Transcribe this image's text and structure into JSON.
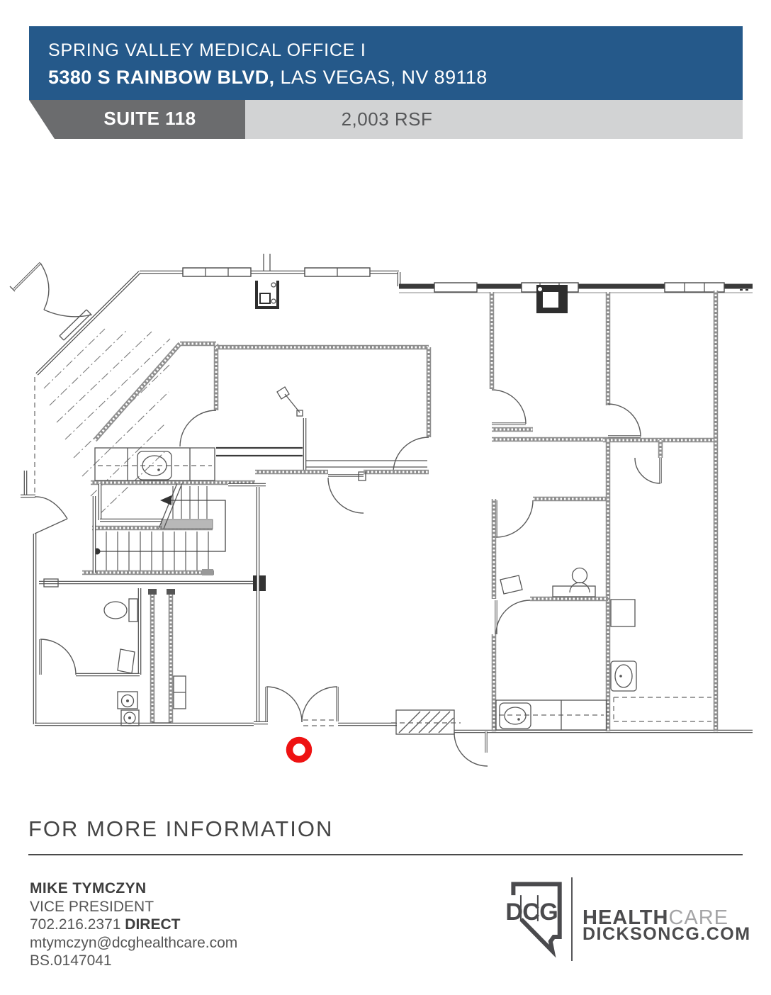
{
  "header": {
    "building_name": "SPRING VALLEY MEDICAL OFFICE I",
    "address_bold": "5380 S RAINBOW BLVD,",
    "address_rest": " LAS VEGAS, NV 89118",
    "suite_label": "SUITE 118",
    "area_label": "2,003 RSF",
    "bar_color": "#25598a",
    "suite_tab_color": "#6b6c6e",
    "area_tab_color": "#d2d3d4"
  },
  "floor_plan": {
    "type": "architectural-floor-plan",
    "marker": "red circle at suite entry (double doors)",
    "marker_color": "#ee1212",
    "features": [
      "double-door entry",
      "stairwell",
      "restroom with toilet",
      "sink counters",
      "exam rooms",
      "office with desk",
      "exterior windows"
    ]
  },
  "footer": {
    "heading": "FOR MORE INFORMATION",
    "contact": {
      "name": "MIKE TYMCZYN",
      "title": "VICE PRESIDENT",
      "phone": "702.216.2371 ",
      "phone_label": "DIRECT",
      "email": "mtymczyn@dcghealthcare.com",
      "license": "BS.0147041"
    },
    "logo": {
      "letter_d": "D",
      "letter_c": "C",
      "letter_g": "G",
      "brand_bold": "HEALTH",
      "brand_light": "CARE",
      "website": "DICKSONCG.COM"
    }
  }
}
